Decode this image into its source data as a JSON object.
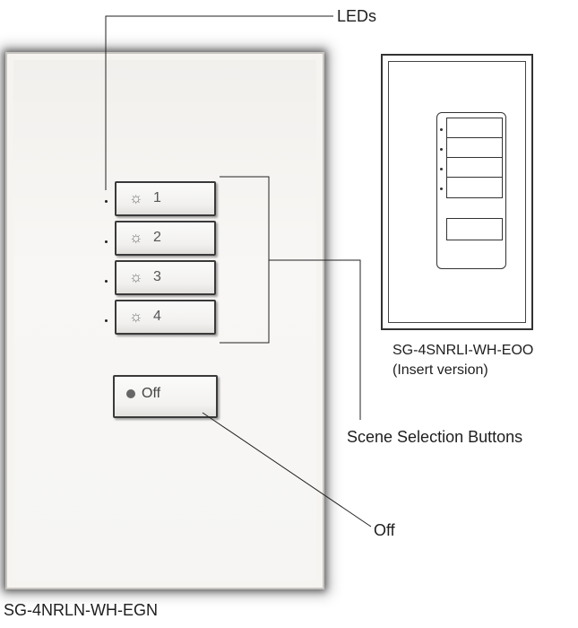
{
  "callouts": {
    "leds": "LEDs",
    "scene_selection": "Scene Selection Buttons",
    "off": "Off"
  },
  "keypad": {
    "model": "SG-4NRLN-WH-EGN",
    "scene_buttons": [
      {
        "glyph": "☼",
        "number": "1"
      },
      {
        "glyph": "☼",
        "number": "2"
      },
      {
        "glyph": "☼",
        "number": "3"
      },
      {
        "glyph": "☼",
        "number": "4"
      }
    ],
    "off_button": {
      "label": "Off"
    }
  },
  "insert_version": {
    "model": "SG-4SNRLI-WH-EOO",
    "caption": "(Insert version)",
    "button_count": 4
  }
}
